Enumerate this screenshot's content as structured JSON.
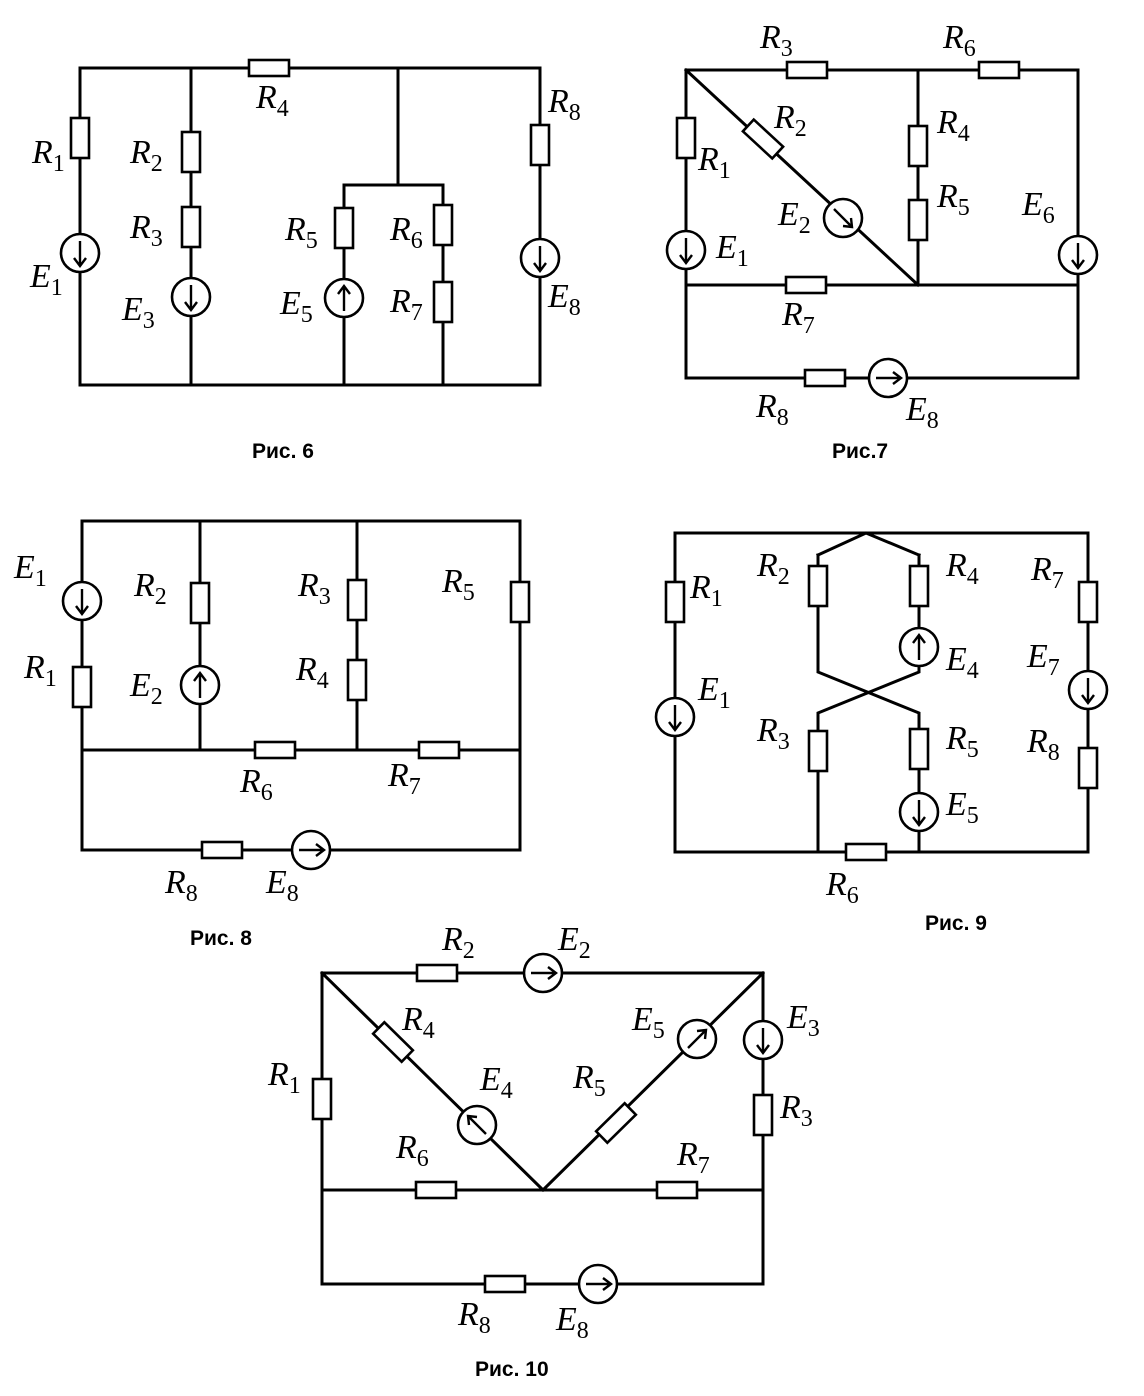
{
  "figures": [
    {
      "caption": "Рис. 6",
      "labels": [
        {
          "l": "R",
          "s": "1"
        },
        {
          "l": "R",
          "s": "2"
        },
        {
          "l": "R",
          "s": "3"
        },
        {
          "l": "R",
          "s": "4"
        },
        {
          "l": "R",
          "s": "5"
        },
        {
          "l": "R",
          "s": "6"
        },
        {
          "l": "R",
          "s": "7"
        },
        {
          "l": "R",
          "s": "8"
        },
        {
          "l": "E",
          "s": "1"
        },
        {
          "l": "E",
          "s": "3"
        },
        {
          "l": "E",
          "s": "5"
        },
        {
          "l": "E",
          "s": "8"
        }
      ]
    },
    {
      "caption": "Рис.7",
      "labels": [
        {
          "l": "R",
          "s": "1"
        },
        {
          "l": "R",
          "s": "2"
        },
        {
          "l": "R",
          "s": "3"
        },
        {
          "l": "R",
          "s": "4"
        },
        {
          "l": "R",
          "s": "5"
        },
        {
          "l": "R",
          "s": "6"
        },
        {
          "l": "R",
          "s": "7"
        },
        {
          "l": "R",
          "s": "8"
        },
        {
          "l": "E",
          "s": "1"
        },
        {
          "l": "E",
          "s": "2"
        },
        {
          "l": "E",
          "s": "6"
        },
        {
          "l": "E",
          "s": "8"
        }
      ]
    },
    {
      "caption": "Рис. 8",
      "labels": [
        {
          "l": "E",
          "s": "1"
        },
        {
          "l": "R",
          "s": "1"
        },
        {
          "l": "R",
          "s": "2"
        },
        {
          "l": "E",
          "s": "2"
        },
        {
          "l": "R",
          "s": "3"
        },
        {
          "l": "R",
          "s": "4"
        },
        {
          "l": "R",
          "s": "5"
        },
        {
          "l": "R",
          "s": "6"
        },
        {
          "l": "R",
          "s": "7"
        },
        {
          "l": "R",
          "s": "8"
        },
        {
          "l": "E",
          "s": "8"
        }
      ]
    },
    {
      "caption": "Рис. 9",
      "labels": [
        {
          "l": "R",
          "s": "1"
        },
        {
          "l": "E",
          "s": "1"
        },
        {
          "l": "R",
          "s": "2"
        },
        {
          "l": "R",
          "s": "3"
        },
        {
          "l": "R",
          "s": "4"
        },
        {
          "l": "E",
          "s": "4"
        },
        {
          "l": "R",
          "s": "5"
        },
        {
          "l": "E",
          "s": "5"
        },
        {
          "l": "R",
          "s": "6"
        },
        {
          "l": "R",
          "s": "7"
        },
        {
          "l": "E",
          "s": "7"
        },
        {
          "l": "R",
          "s": "8"
        }
      ]
    },
    {
      "caption": "Рис. 10",
      "labels": [
        {
          "l": "R",
          "s": "2"
        },
        {
          "l": "E",
          "s": "2"
        },
        {
          "l": "R",
          "s": "4"
        },
        {
          "l": "E",
          "s": "4"
        },
        {
          "l": "E",
          "s": "5"
        },
        {
          "l": "R",
          "s": "5"
        },
        {
          "l": "E",
          "s": "3"
        },
        {
          "l": "R",
          "s": "1"
        },
        {
          "l": "R",
          "s": "3"
        },
        {
          "l": "R",
          "s": "6"
        },
        {
          "l": "R",
          "s": "7"
        },
        {
          "l": "R",
          "s": "8"
        },
        {
          "l": "E",
          "s": "8"
        }
      ]
    }
  ]
}
